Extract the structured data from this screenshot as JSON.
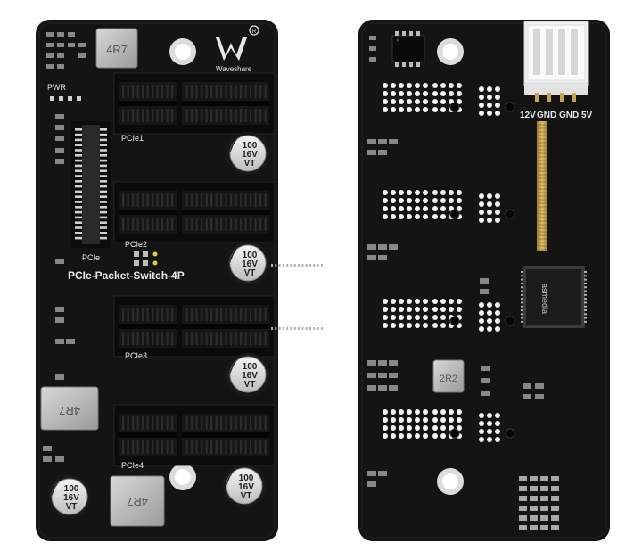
{
  "front": {
    "brand": "Waveshare",
    "pwr_label": "PWR",
    "pcie_small_label": "PCIe",
    "board_name": "PCIe-Packet-Switch-4P",
    "slot_labels": [
      "PCIe1",
      "PCIe2",
      "PCIe3",
      "PCIe4"
    ],
    "capacitor": {
      "line1": "100",
      "line2": "16V",
      "line3": "VT"
    },
    "inductor_label": "4R7"
  },
  "back": {
    "power_pins": [
      "12V",
      "GND",
      "GND",
      "5V"
    ],
    "inductor_label": "2R2",
    "chip_brand": "asmedia"
  },
  "colors": {
    "pcb": "#141414",
    "slot": "#0c0c0c",
    "silkscreen": "#e8e8e8",
    "gold": "#c9a54a",
    "led_yellow": "#e8c93a",
    "capacitor_body": "#1a1a1a"
  }
}
